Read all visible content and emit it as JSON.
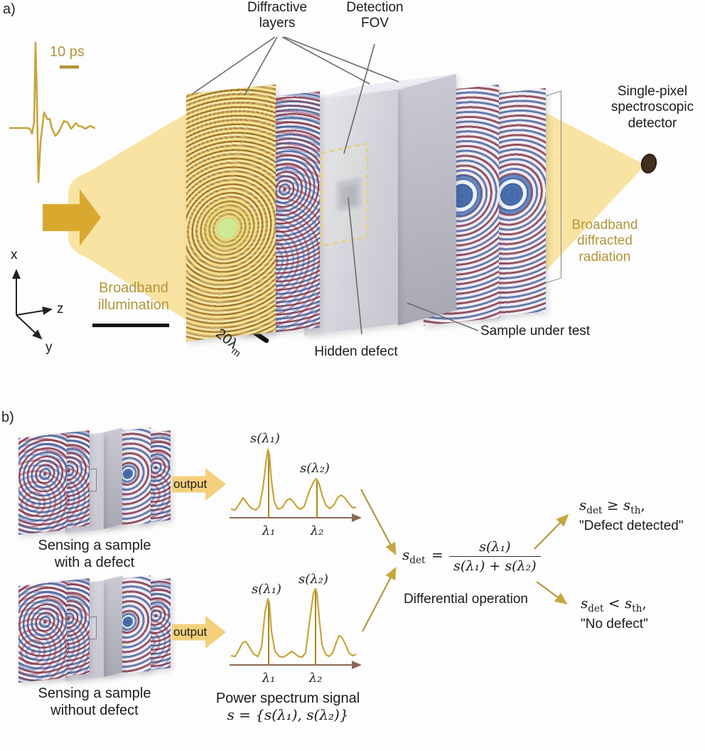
{
  "panel_a": {
    "label": "a)",
    "pulse_scale": "10 ps",
    "diffractive_layers": "Diffractive\nlayers",
    "detection_fov": "Detection\nFOV",
    "detector": "Single-pixel\nspectroscopic\ndetector",
    "broadband_illumination": "Broadband\nillumination",
    "broadband_diffracted": "Broadband\ndiffracted\nradiation",
    "sample_under_test": "Sample under test",
    "hidden_defect": "Hidden defect",
    "scale_bar": {
      "text": "20λ",
      "sub": "m"
    },
    "axes": {
      "x": "x",
      "y": "y",
      "z": "z"
    }
  },
  "panel_b": {
    "label": "b)",
    "caption_with_defect": "Sensing a sample\nwith a defect",
    "caption_without_defect": "Sensing a sample\nwithout defect",
    "output_label": "output",
    "spectrum_with_defect": {
      "peak1_label": "s(λ₁)",
      "peak2_label": "s(λ₂)",
      "x1": "λ₁",
      "x2": "λ₂"
    },
    "spectrum_without_defect": {
      "peak1_label": "s(λ₁)",
      "peak2_label": "s(λ₂)",
      "x1": "λ₁",
      "x2": "λ₂"
    },
    "power_spectrum_caption": "Power spectrum signal",
    "power_spectrum_set": "s = {s(λ₁), s(λ₂)}",
    "formula": {
      "lhs_base": "s",
      "lhs_sub": "det",
      "equals": "=",
      "numerator": "s(λ₁)",
      "denominator": "s(λ₁) + s(λ₂)",
      "caption": "Differential operation"
    },
    "outcome_defect": {
      "lhs_base": "s",
      "lhs_sub": "det",
      "op": "≥",
      "rhs_base": "s",
      "rhs_sub": "th",
      "comma": ",",
      "result": "\"Defect detected\""
    },
    "outcome_no_defect": {
      "lhs_base": "s",
      "lhs_sub": "det",
      "op": "<",
      "rhs_base": "s",
      "rhs_sub": "th",
      "comma": ",",
      "result": "\"No defect\""
    }
  },
  "colors": {
    "gold_text": "#b3953a",
    "beam_fill": "#f8e3a2",
    "arrow_gold": "#d9a92f",
    "curve_gold": "#c8a43c",
    "axis_brown": "#8a6853"
  }
}
